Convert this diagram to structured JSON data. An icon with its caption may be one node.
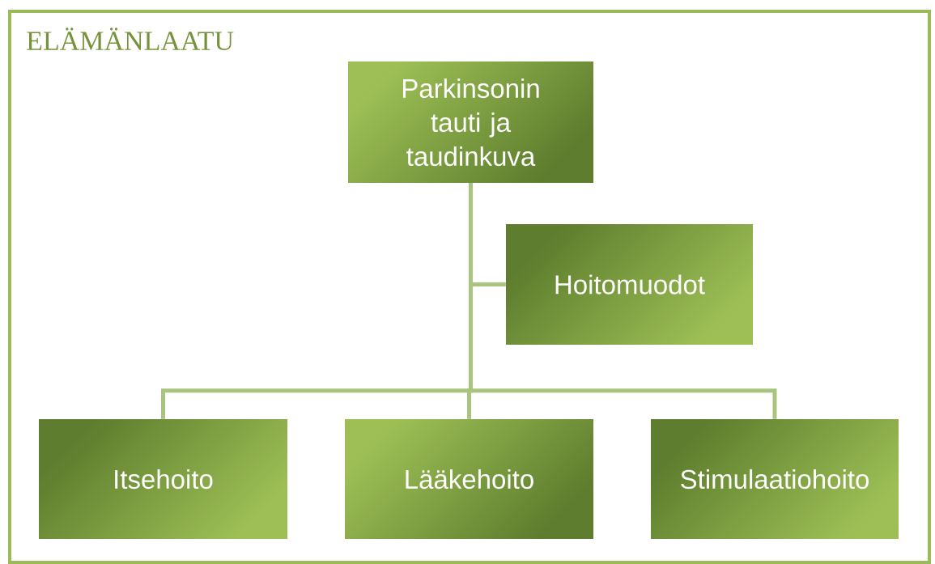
{
  "diagram": {
    "nodes": [
      {
        "text": [
          "ELÄMÄNLAATU"
        ]
      },
      {
        "text": [
          "Parkinsonin tauti ja taudinkuva"
        ],
        "in": 0
      },
      {
        "text": [
          "Hoitomuodot"
        ],
        "in": 0
      },
      {
        "text": [
          "Itsehoito"
        ],
        "in": 0
      },
      {
        "text": [
          "Lääkehoito"
        ],
        "in": 0
      },
      {
        "text": [
          "Stimulaatiohoito"
        ],
        "in": 0
      }
    ],
    "edges": [
      {
        "from": 1,
        "to": 2,
        "arrow": "none"
      },
      {
        "from": 1,
        "to": 3,
        "arrow": "none"
      },
      {
        "from": 1,
        "to": 4,
        "arrow": "none"
      },
      {
        "from": 1,
        "to": 5,
        "arrow": "none"
      }
    ]
  }
}
